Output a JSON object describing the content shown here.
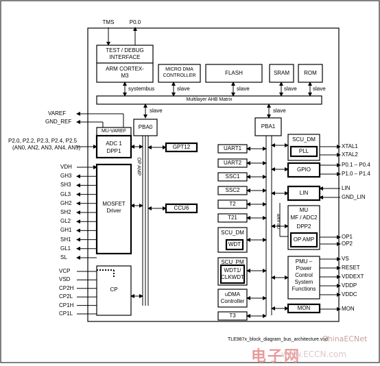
{
  "title_pins": {
    "tms": "TMS",
    "p00": "P0.0"
  },
  "blocks": {
    "test_debug": "TEST / DEBUG INTERFACE",
    "arm": "ARM CORTEX-M3",
    "microdma": "MICRO DMA CONTROLLER",
    "flash": "FLASH",
    "sram": "SRAM",
    "rom": "ROM",
    "ahb": "Multilayer AHB Matrix",
    "systembus": "systembus",
    "slave": "slave",
    "pba0": "PBA0",
    "pba1": "PBA1",
    "mu_varef": "MU-VAREF",
    "adc1": "ADC 1",
    "dpp1": "DPP1",
    "mosfet": "MOSFET Driver",
    "cp": "CP",
    "gpt12": "GPT12",
    "ccu6": "CCU6",
    "op_amp_v": "OP AMP",
    "uart1": "UART1",
    "uart2": "UART2",
    "ssc1": "SSC1",
    "ssc2": "SSC2",
    "t2": "T2",
    "t21": "T21",
    "scu_dm_a": "SCU_DM",
    "wdt": "WDT",
    "scu_pm": "SCU_PM",
    "wdt1": "WDT1/ CLKWDT",
    "udma": "uDMA Controller",
    "t3": "T3",
    "scu_dm_b": "SCU_DM",
    "pll": "PLL",
    "gpio": "GPIO",
    "lin": "LIN",
    "mu": "MU",
    "mf_adc2": "MF / ADC2",
    "dpp2": "DPP2",
    "op_amp": "OP AMP",
    "op_amp_v2": "OP AMP",
    "pmu": "PMU – Power Control System Functions",
    "mon": "MON"
  },
  "left_pins": {
    "varef": "VAREF",
    "gnd_ref": "GND_REF",
    "p2_line1": "P2.0, P2.2, P2.3, P2.4, P2.5",
    "p2_line2": "(AN0, AN2, AN3, AN4, AN5)",
    "gate": [
      "VDH",
      "GH3",
      "SH3",
      "GL3",
      "GH2",
      "SH2",
      "GL2",
      "GH1",
      "SH1",
      "GL1",
      "SL"
    ],
    "cp": [
      "VCP",
      "VSD",
      "CP2H",
      "CP2L",
      "CP1H",
      "CP1L"
    ]
  },
  "right_pins": {
    "xtal1": "XTAL1",
    "xtal2": "XTAL2",
    "p0": "P0.1 – P0.4",
    "p1": "P1.0 – P1.4",
    "lin": "LIN",
    "gnd_lin": "GND_LIN",
    "op1": "OP1",
    "op2": "OP2",
    "pmu": [
      "VS",
      "RESET",
      "VDDEXT",
      "VDDP",
      "VDDC"
    ],
    "mon": "MON"
  },
  "footer": "TLE987x_block_diagram_bus_architecture.vsd",
  "watermark": {
    "small": "ChinaECNet",
    "big": "www.ECCN.com",
    "logo": "电子网"
  }
}
